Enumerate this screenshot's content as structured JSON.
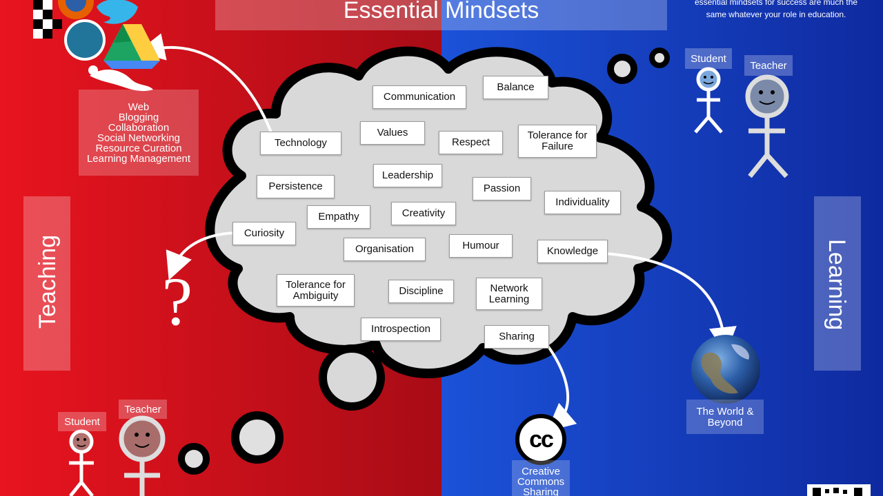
{
  "title": "Essential Mindsets",
  "top_right_text": {
    "line1": "essential mindsets for success are much the",
    "line2": "same whatever your role in education."
  },
  "sides": {
    "left": "Teaching",
    "right": "Learning"
  },
  "tools_list": [
    "Web",
    "Blogging",
    "Collaboration",
    "Social Networking",
    "Resource Curation",
    "Learning Management"
  ],
  "mindsets": [
    "Communication",
    "Balance",
    "Values",
    "Respect",
    "Tolerance for\nFailure",
    "Technology",
    "Leadership",
    "Persistence",
    "Passion",
    "Individuality",
    "Empathy",
    "Creativity",
    "Curiosity",
    "Organisation",
    "Humour",
    "Knowledge",
    "Tolerance for\nAmbiguity",
    "Discipline",
    "Network\nLearning",
    "Introspection",
    "Sharing"
  ],
  "figures": {
    "top_right": {
      "student": "Student",
      "teacher": "Teacher"
    },
    "bottom_left": {
      "student": "Student",
      "teacher": "Teacher"
    }
  },
  "world_label": [
    "The World &",
    "Beyond"
  ],
  "cc_label": [
    "Creative",
    "Commons",
    "Sharing"
  ],
  "cc_icon": "cc",
  "question_mark": "?",
  "icons": [
    "firefox-icon",
    "twitter-icon",
    "wordpress-icon",
    "google-drive-icon",
    "earth-globe-icon",
    "creative-commons-icon",
    "qr-code-icon"
  ],
  "colors": {
    "left_red": "#c8101e",
    "right_blue": "#1236b8",
    "cloud_fill": "#d9d9d9",
    "cloud_outline": "#000000"
  }
}
